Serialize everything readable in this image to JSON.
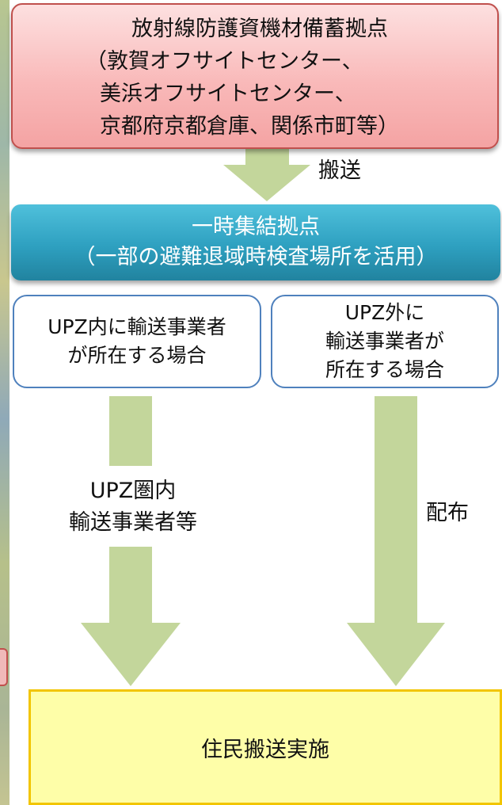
{
  "nodes": {
    "stockpile_base": {
      "lines": [
        "放射線防護資機材備蓄拠点",
        "（敦賀オフサイトセンター、",
        "美浜オフサイトセンター、",
        "京都府京都倉庫、関係市町等）"
      ]
    },
    "gathering_base": {
      "lines": [
        "一時集結拠点",
        "（一部の避難退域時検査場所を活用）"
      ]
    },
    "condition_inside_upz": {
      "lines": [
        "UPZ内に輸送事業者",
        "が所在する場合"
      ]
    },
    "condition_outside_upz": {
      "lines": [
        "UPZ外に",
        "輸送事業者が",
        "所在する場合"
      ]
    },
    "resident_transport": {
      "label": "住民搬送実施"
    }
  },
  "edges": {
    "transport_label": "搬送",
    "inside_route_label": [
      "UPZ圏内",
      "輸送事業者等"
    ],
    "outside_route_label": "配布"
  },
  "colors": {
    "arrow": "#c3d69b",
    "stockpile_fill": "#f9b9b9",
    "stockpile_border": "#c0504d",
    "gathering_fill": "#2ea0c0",
    "condition_border": "#4f81bd",
    "result_fill": "#fefea8",
    "result_border": "#f2c500"
  }
}
